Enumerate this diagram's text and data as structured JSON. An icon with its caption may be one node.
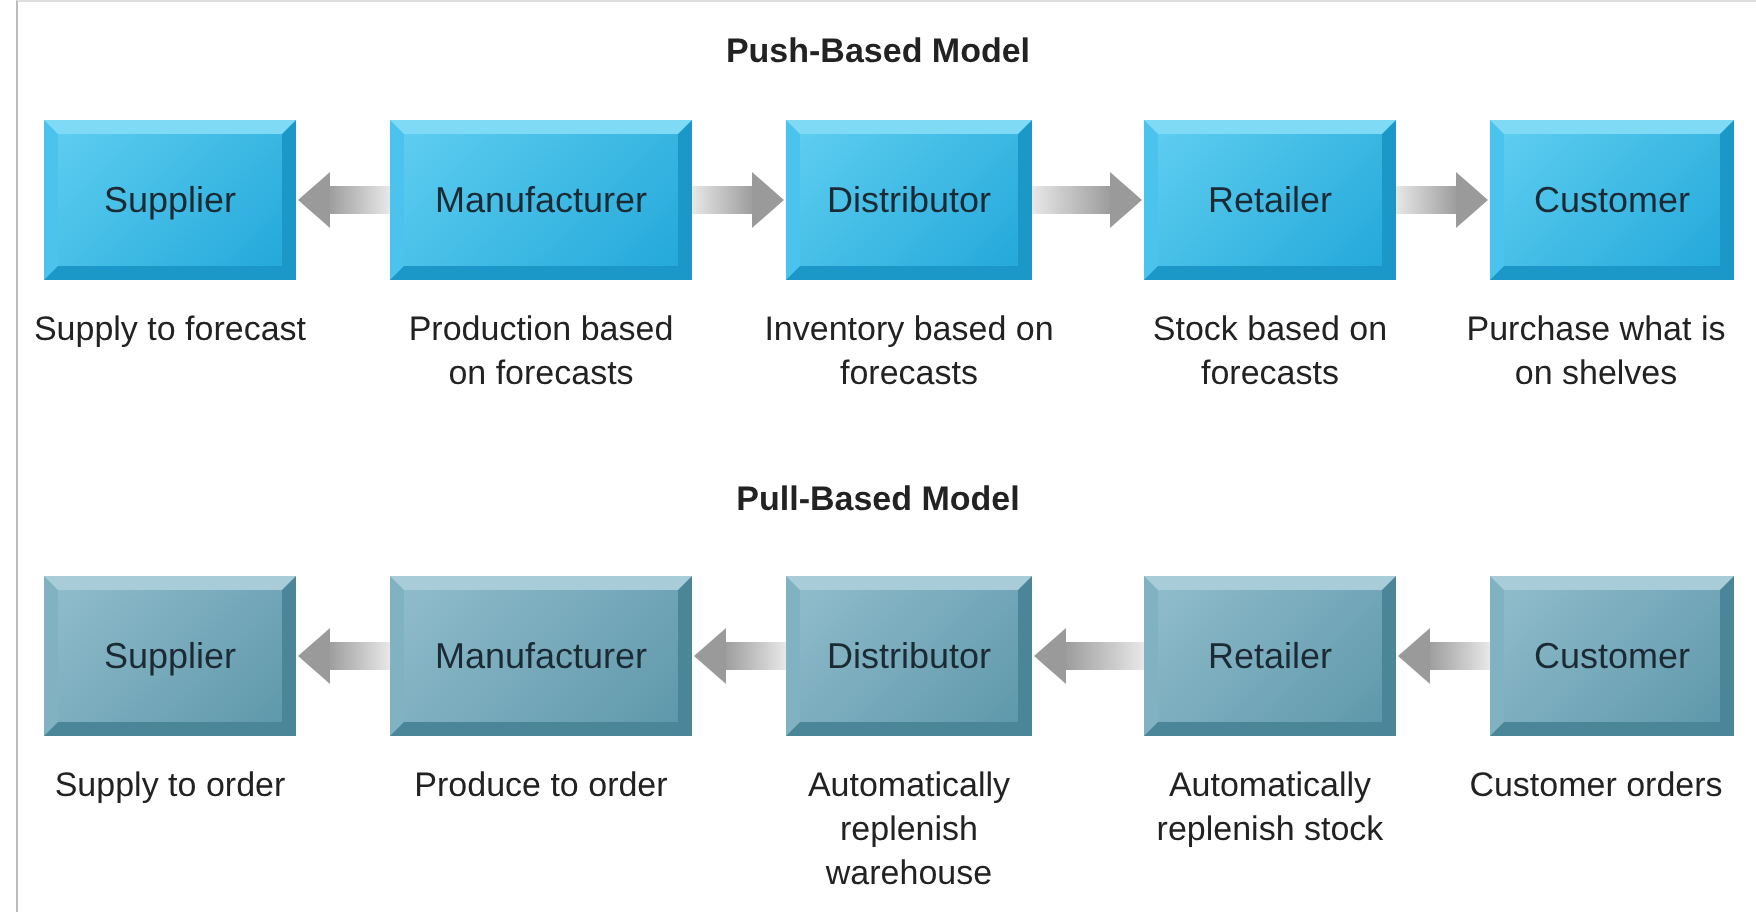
{
  "diagram": {
    "nodes": [
      {
        "text": [
          "Supplier"
        ],
        "beside": [
          "Supply to forecast"
        ]
      },
      {
        "text": [
          "Manufacturer"
        ],
        "beside": [
          "Production based on forecasts"
        ]
      },
      {
        "text": [
          "Distributor"
        ],
        "beside": [
          "Inventory based on forecasts"
        ]
      },
      {
        "text": [
          "Retailer"
        ],
        "beside": [
          "Stock based on forecasts"
        ]
      },
      {
        "text": [
          "Customer"
        ],
        "beside": [
          "Purchase what is on shelves"
        ]
      },
      {
        "text": [
          "Supplier"
        ],
        "beside": [
          "Supply to order"
        ]
      },
      {
        "text": [
          "Manufacturer"
        ],
        "beside": [
          "Produce to order"
        ]
      },
      {
        "text": [
          "Distributor"
        ],
        "beside": [
          "Automatically replenish warehouse"
        ]
      },
      {
        "text": [
          "Retailer"
        ],
        "beside": [
          "Automatically replenish stock"
        ]
      },
      {
        "text": [
          "Customer"
        ],
        "beside": [
          "Customer orders"
        ]
      }
    ],
    "edges": [
      {
        "from": 1,
        "to": 0,
        "arrow": "to"
      },
      {
        "from": 1,
        "to": 2,
        "arrow": "to"
      },
      {
        "from": 2,
        "to": 3,
        "arrow": "to"
      },
      {
        "from": 3,
        "to": 4,
        "arrow": "to"
      },
      {
        "from": 6,
        "to": 5,
        "arrow": "to"
      },
      {
        "from": 7,
        "to": 6,
        "arrow": "to"
      },
      {
        "from": 8,
        "to": 7,
        "arrow": "to"
      },
      {
        "from": 9,
        "to": 8,
        "arrow": "to"
      }
    ],
    "labels": [
      "Push-Based Model",
      "Pull-Based Model"
    ]
  }
}
